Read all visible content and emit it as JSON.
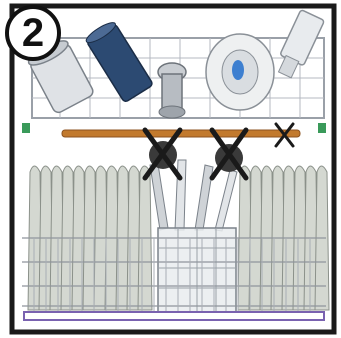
{
  "diagram": {
    "step_number": "2",
    "upper_rack": {
      "items": [
        "cup",
        "blue-tumbler",
        "spray-nozzle",
        "bowl",
        "glass"
      ]
    },
    "spray_arm": {
      "color": "#c27a2e",
      "crossed_points": 3
    },
    "lower_rack": {
      "items": [
        "dinner-plates",
        "cutlery-basket"
      ]
    },
    "colors": {
      "frame": "#1a1a1a",
      "wire": "#9aa0a8",
      "plate": "#d4d8d1",
      "tumbler": "#2c4a72",
      "spray_arm": "#c27a2e",
      "marker": "#1a1a1a"
    }
  }
}
